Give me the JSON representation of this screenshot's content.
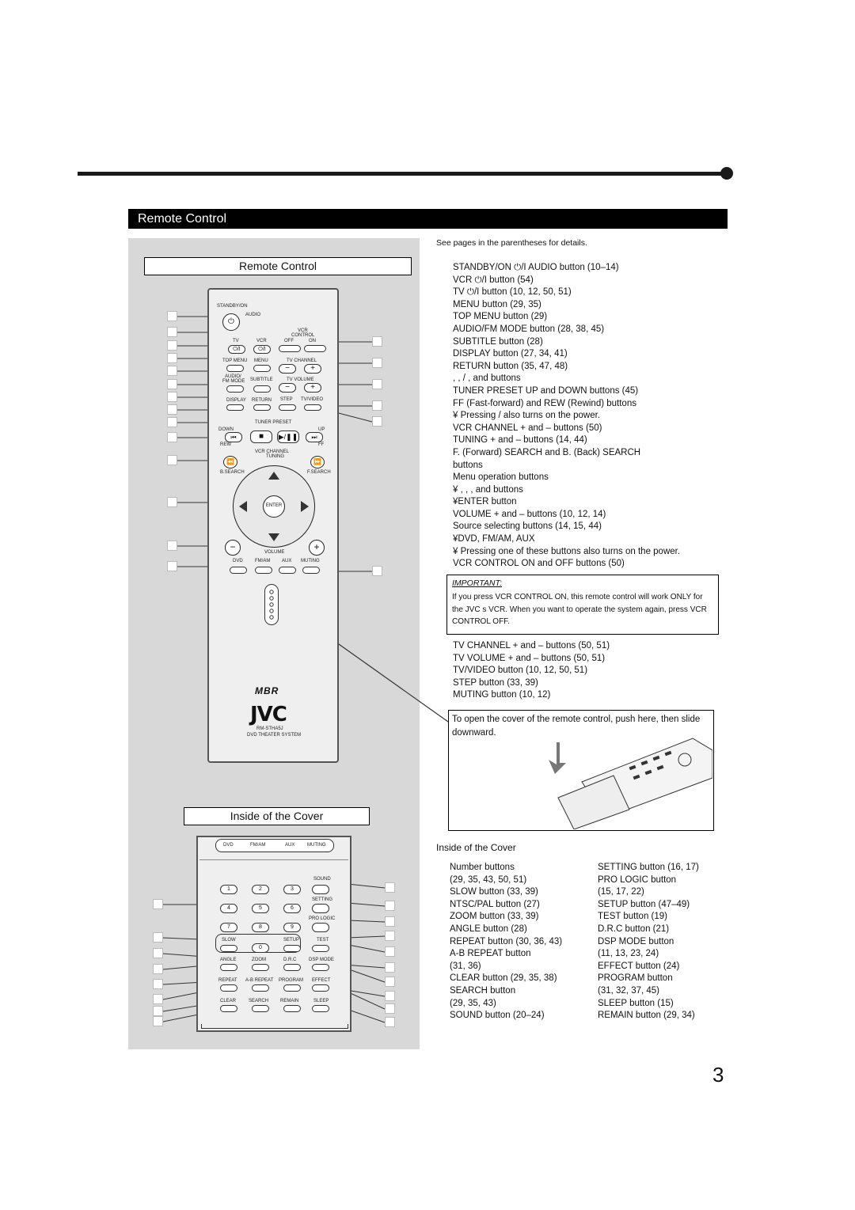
{
  "header": {
    "section_title": "Remote Control"
  },
  "left_panel": {
    "remote_label": "Remote Control",
    "cover_label": "Inside of the Cover",
    "remote": {
      "standby_on": "STANDBY/ON",
      "audio": "AUDIO",
      "vcr_control": "VCR",
      "control": "CONTROL",
      "off": "OFF",
      "on": "ON",
      "tv": "TV",
      "vcr": "VCR",
      "top_menu": "TOP MENU",
      "menu": "MENU",
      "tv_channel": "TV CHANNEL",
      "audio_fm_mode_line1": "AUDIO/",
      "audio_fm_mode_line2": "FM MODE",
      "subtitle": "SUBTITLE",
      "tv_volume": "TV VOLUME",
      "display": "DISPLAY",
      "return": "RETURN",
      "step": "STEP",
      "tv_video": "TV/VIDEO",
      "tuner_preset": "TUNER PRESET",
      "down": "DOWN",
      "up": "UP",
      "rew": "REW",
      "ff": "FF",
      "vcr_channel": "VCR CHANNEL",
      "tuning": "TUNING",
      "b_search": "B.SEARCH",
      "f_search": "F.SEARCH",
      "enter": "ENTER",
      "volume": "VOLUME",
      "dvd": "DVD",
      "fm_am": "FM/AM",
      "aux": "AUX",
      "muting": "MUTING",
      "brand": "JVC",
      "model": "RM-STHA5J",
      "system": "DVD THEATER SYSTEM"
    },
    "cover": {
      "top_row": [
        "DVD",
        "FM/AM",
        "AUX",
        "MUTING"
      ],
      "numbers": [
        "1",
        "2",
        "3",
        "4",
        "5",
        "6",
        "7",
        "8",
        "9",
        "0"
      ],
      "right_labels": [
        "SOUND",
        "SETTING",
        "PRO LOGIC"
      ],
      "row_slow": [
        "SLOW",
        "SETUP",
        "TEST"
      ],
      "row_angle": [
        "ANGLE",
        "ZOOM",
        "D.R.C",
        "DSP MODE"
      ],
      "row_repeat": [
        "REPEAT",
        "A-B REPEAT",
        "PROGRAM",
        "EFFECT"
      ],
      "row_clear": [
        "CLEAR",
        "SEARCH",
        "REMAIN",
        "SLEEP"
      ]
    }
  },
  "right_col": {
    "intro": "See pages in the parentheses for details.",
    "items_a": [
      "STANDBY/ON ⏻/I AUDIO button (10–14)",
      "VCR ⏻/I button (54)",
      "TV ⏻/I button (10, 12, 50, 51)",
      "MENU button (29, 35)",
      "TOP MENU button (29)",
      "AUDIO/FM MODE button (28, 38, 45)",
      "SUBTITLE button (28)",
      "DISPLAY button (27, 34, 41)",
      "RETURN button (35, 47, 48)",
      "      ,   ,   /  , and          buttons",
      "TUNER PRESET UP and DOWN buttons (45)",
      "FF (Fast-forward) and REW (Rewind) buttons",
      "¥ Pressing   /   also turns on the power.",
      "VCR CHANNEL + and – buttons (50)",
      "TUNING + and – buttons (14, 44)",
      "        F. (Forward) SEARCH and        B. (Back) SEARCH",
      "buttons",
      "Menu operation buttons",
      "¥    ,    ,    , and      buttons",
      "¥ENTER button",
      "VOLUME + and – buttons (10, 12, 14)",
      "Source selecting buttons (14, 15, 44)",
      "¥DVD, FM/AM, AUX",
      "¥ Pressing one of these buttons also turns on the power.",
      "VCR CONTROL ON and OFF buttons (50)"
    ],
    "important_title": "IMPORTANT:",
    "important_text": "If you press VCR CONTROL ON, this remote control will work ONLY for the JVC s VCR. When you want to operate the system again, press VCR CONTROL OFF.",
    "items_b": [
      "TV CHANNEL + and – buttons (50, 51)",
      "TV VOLUME + and – buttons  (50, 51)",
      "TV/VIDEO button (10, 12, 50, 51)",
      "STEP button (33, 39)",
      "MUTING button (10, 12)"
    ],
    "open_cover_text": "To open the cover of the remote control, push here, then slide downward.",
    "cover_heading": "Inside of the Cover",
    "cover_col1": [
      "Number buttons",
      "(29, 35, 43, 50, 51)",
      "SLOW button (33, 39)",
      "NTSC/PAL button (27)",
      "ZOOM button (33, 39)",
      "ANGLE button (28)",
      "REPEAT button (30, 36, 43)",
      "A-B REPEAT button",
      "(31, 36)",
      "CLEAR button (29, 35, 38)",
      "SEARCH button",
      "(29, 35, 43)",
      "SOUND button (20–24)"
    ],
    "cover_col2": [
      "SETTING button (16, 17)",
      "PRO LOGIC button",
      "(15, 17, 22)",
      "SETUP button (47–49)",
      "TEST button (19)",
      "D.R.C button (21)",
      "DSP MODE button",
      "(11, 13, 23, 24)",
      "EFFECT button (24)",
      "PROGRAM button",
      "(31, 32, 37, 45)",
      "SLEEP button (15)",
      "REMAIN button (29, 34)"
    ]
  },
  "page_number": "3"
}
